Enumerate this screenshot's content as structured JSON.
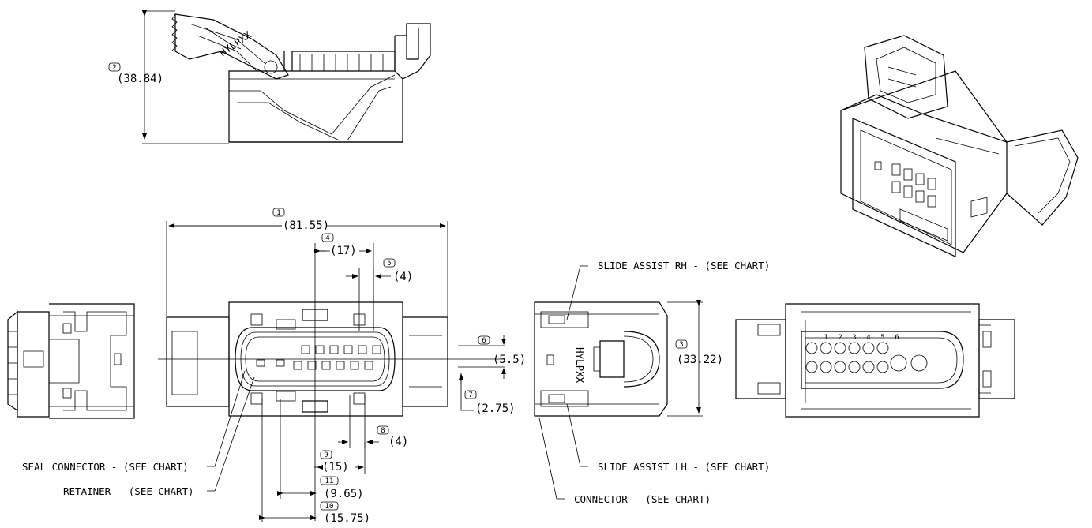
{
  "balloons": [
    "1",
    "2",
    "3",
    "4",
    "5",
    "6",
    "7",
    "8",
    "9",
    "10",
    "11"
  ],
  "dimensions": {
    "d1": "(81.55)",
    "d2": "(38.84)",
    "d3": "(33.22)",
    "d4": "(17)",
    "d5": "(4)",
    "d6": "(5.5)",
    "d7": "(2.75)",
    "d8": "(4)",
    "d9": "(15)",
    "d10": "(15.75)",
    "d11": "(9.65)"
  },
  "callouts": {
    "slide_assist_rh": "SLIDE ASSIST RH - (SEE CHART)",
    "slide_assist_lh": "SLIDE ASSIST LH - (SEE CHART)",
    "connector": "CONNECTOR - (SEE CHART)",
    "seal_connector": "SEAL CONNECTOR - (SEE CHART)",
    "retainer": "RETAINER - (SEE CHART)"
  },
  "cavity_numbers": [
    "1",
    "2",
    "3",
    "4",
    "5",
    "6"
  ]
}
